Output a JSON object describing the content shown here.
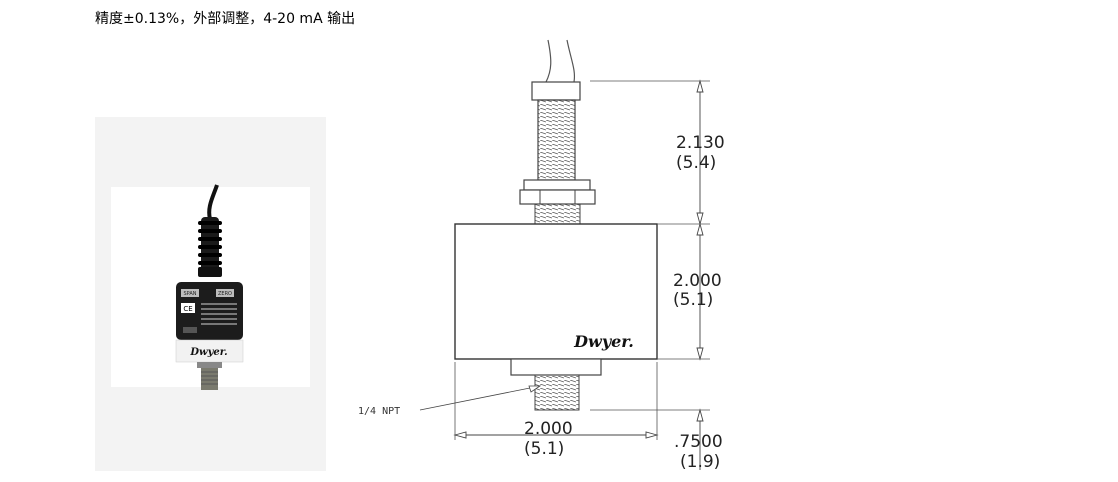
{
  "caption": "精度±0.13%，外部调整，4-20 mA 输出",
  "photo": {
    "labels": {
      "span": "SPAN",
      "zero": "ZERO",
      "ce": "CE",
      "brand": "Dwyer."
    }
  },
  "drawing": {
    "brand": "Dwyer.",
    "dims": {
      "top_in": "2.130",
      "top_cm": "(5.4)",
      "body_in": "2.000",
      "body_cm": "(5.1)",
      "width_in": "2.000",
      "width_cm": "(5.1)",
      "fitting_in": ".7500",
      "fitting_cm": "(1.9)"
    },
    "npt_label": "1/4 NPT"
  }
}
